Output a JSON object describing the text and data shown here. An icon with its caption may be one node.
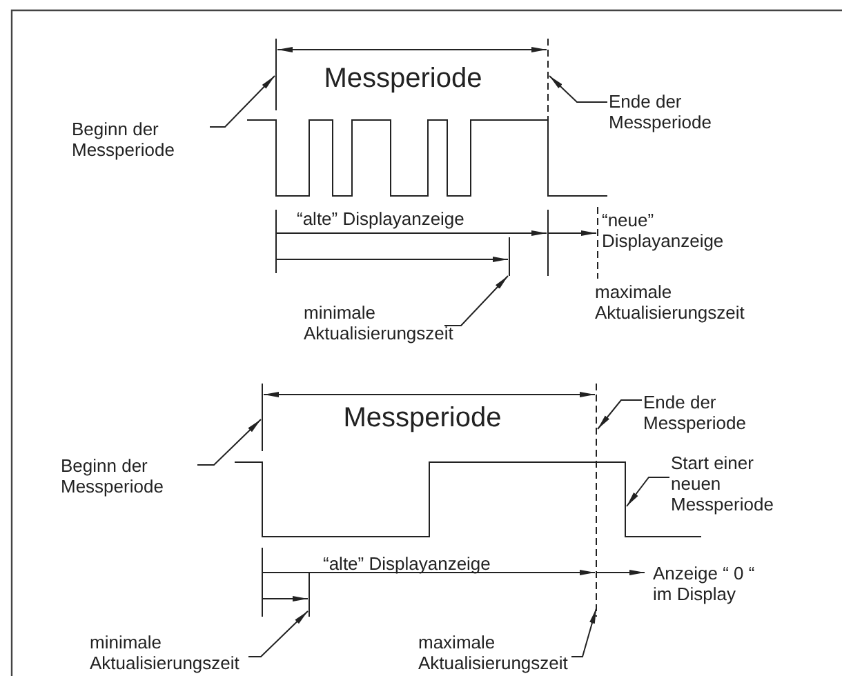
{
  "diagram": {
    "nodes": [
      {
        "text": [
          "Beginn der Messperiode"
        ]
      },
      {
        "text": [
          "Ende der Messperiode"
        ]
      },
      {
        "text": [
          "minimale Aktualisierungszeit"
        ]
      },
      {
        "text": [
          "Ende der Messperiode"
        ]
      },
      {
        "text": [
          "Beginn der Messperiode"
        ]
      },
      {
        "text": [
          "Start einer neuen Messperiode"
        ]
      },
      {
        "text": [
          "minimale Aktualisierungszeit"
        ]
      },
      {
        "text": [
          "maximale Aktualisierungszeit"
        ]
      }
    ],
    "edges": [
      {
        "from": 0,
        "to": null,
        "arrow": "to"
      },
      {
        "from": 1,
        "to": null,
        "arrow": "to"
      },
      {
        "from": 2,
        "to": null,
        "arrow": "to"
      },
      {
        "from": 3,
        "to": null,
        "arrow": "to"
      },
      {
        "from": 4,
        "to": null,
        "arrow": "to"
      },
      {
        "from": 5,
        "to": null,
        "arrow": "to"
      },
      {
        "from": 6,
        "to": null,
        "arrow": "to"
      },
      {
        "from": 7,
        "to": null,
        "arrow": "to"
      }
    ],
    "labels": [
      "Messperiode",
      "“alte” Displayanzeige",
      "“neue” Displayanzeige",
      "maximale Aktualisierungszeit",
      "Messperiode",
      "“alte” Displayanzeige",
      "Anzeige “ 0 “ im Display"
    ]
  }
}
